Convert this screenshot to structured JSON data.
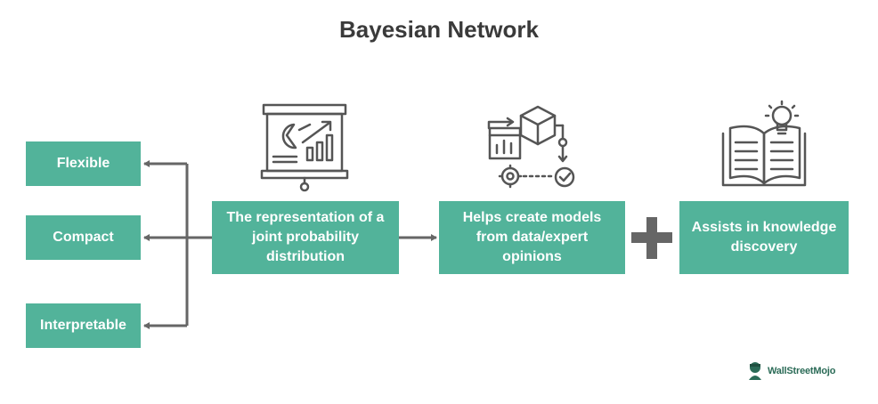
{
  "title": "Bayesian Network",
  "left_boxes": [
    "Flexible",
    "Compact",
    "Interpretable"
  ],
  "center_boxes": [
    "The representation of a joint probability distribution",
    "Helps create models from data/expert opinions",
    "Assists in knowledge discovery"
  ],
  "icons": [
    "presentation-chart-icon",
    "data-model-process-icon",
    "book-lightbulb-icon",
    "plus-icon"
  ],
  "logo": {
    "text": "WallStreetMojo"
  },
  "colors": {
    "box": "#52b39a",
    "line": "#666666",
    "icon": "#555555",
    "title": "#3a3a3a"
  }
}
